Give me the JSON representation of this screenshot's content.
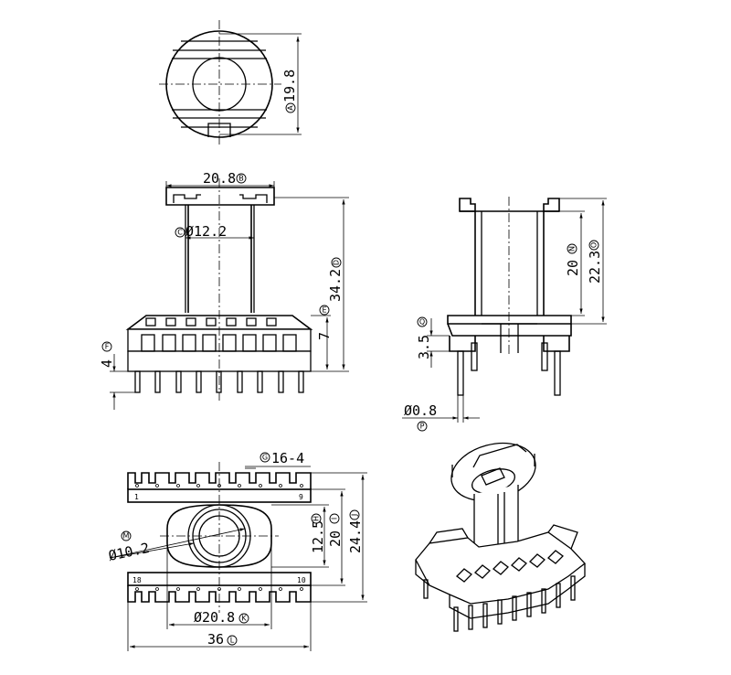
{
  "top_view": {
    "dim_diameter": "19.8",
    "dim_diameter_ref": "A"
  },
  "front_view": {
    "dim_flange_width": "20.8",
    "dim_flange_width_ref": "B",
    "dim_core_diameter": "Ø12.2",
    "dim_core_diameter_ref": "C",
    "dim_total_height": "34.2",
    "dim_total_height_ref": "D",
    "dim_base_height": "7",
    "dim_base_height_ref": "E",
    "dim_pin_length": "4",
    "dim_pin_length_ref": "F"
  },
  "side_view": {
    "dim_winding_height": "20",
    "dim_winding_height_ref": "N",
    "dim_bobbin_height": "22.3",
    "dim_bobbin_height_ref": "O",
    "dim_base_thickness": "3.5",
    "dim_base_thickness_ref": "Q",
    "dim_pin_diameter": "Ø0.8",
    "dim_pin_diameter_ref": "P"
  },
  "bottom_view": {
    "dim_pin_pitch": "16-4",
    "dim_pin_pitch_ref": "G",
    "dim_inner_diameter": "Ø10.2",
    "dim_inner_diameter_ref": "M",
    "dim_row_gap": "12.5",
    "dim_row_gap_ref": "H",
    "dim_flange_span": "20",
    "dim_flange_span_ref": "I",
    "dim_row_span": "24.4",
    "dim_row_span_ref": "J",
    "dim_flange_diameter": "Ø20.8",
    "dim_flange_diameter_ref": "K",
    "dim_overall_length": "36",
    "dim_overall_length_ref": "L",
    "pin_labels": {
      "p1": "1",
      "p9": "9",
      "p18": "18",
      "p10": "10"
    }
  }
}
